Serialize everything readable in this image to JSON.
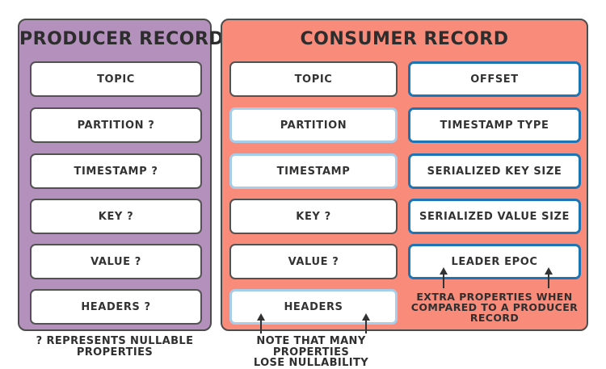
{
  "producer": {
    "title": "PRODUCER RECORD",
    "items": [
      {
        "label": "TOPIC",
        "border": "gray"
      },
      {
        "label": "PARTITION ?",
        "border": "gray"
      },
      {
        "label": "TIMESTAMP ?",
        "border": "gray"
      },
      {
        "label": "KEY ?",
        "border": "gray"
      },
      {
        "label": "VALUE ?",
        "border": "gray"
      },
      {
        "label": "HEADERS ?",
        "border": "gray"
      }
    ],
    "caption_lines": [
      "? REPRESENTS NULLABLE",
      "PROPERTIES"
    ]
  },
  "consumer": {
    "title": "CONSUMER RECORD",
    "left_items": [
      {
        "label": "TOPIC",
        "border": "gray"
      },
      {
        "label": "PARTITION",
        "border": "light-blue"
      },
      {
        "label": "TIMESTAMP",
        "border": "light-blue"
      },
      {
        "label": "KEY ?",
        "border": "gray"
      },
      {
        "label": "VALUE ?",
        "border": "gray"
      },
      {
        "label": "HEADERS",
        "border": "light-blue"
      }
    ],
    "right_items": [
      {
        "label": "OFFSET",
        "border": "dark-blue"
      },
      {
        "label": "TIMESTAMP TYPE",
        "border": "dark-blue"
      },
      {
        "label": "SERIALIZED KEY SIZE",
        "border": "dark-blue"
      },
      {
        "label": "SERIALIZED VALUE SIZE",
        "border": "dark-blue"
      },
      {
        "label": "LEADER EPOC",
        "border": "dark-blue"
      }
    ],
    "extra_note_lines": [
      "EXTRA PROPERTIES WHEN",
      "COMPARED TO A PRODUCER",
      "RECORD"
    ],
    "bottom_note_lines": [
      "NOTE THAT MANY PROPERTIES",
      "LOSE NULLABILITY"
    ]
  },
  "colors": {
    "producer_panel": "#b491bc",
    "consumer_panel": "#f98b7b",
    "box_fill": "#ffffff",
    "outline_gray": "#4c4c4c",
    "highlight_light_blue": "#a6cde9",
    "highlight_dark_blue": "#1b75b4",
    "text": "#333333"
  }
}
